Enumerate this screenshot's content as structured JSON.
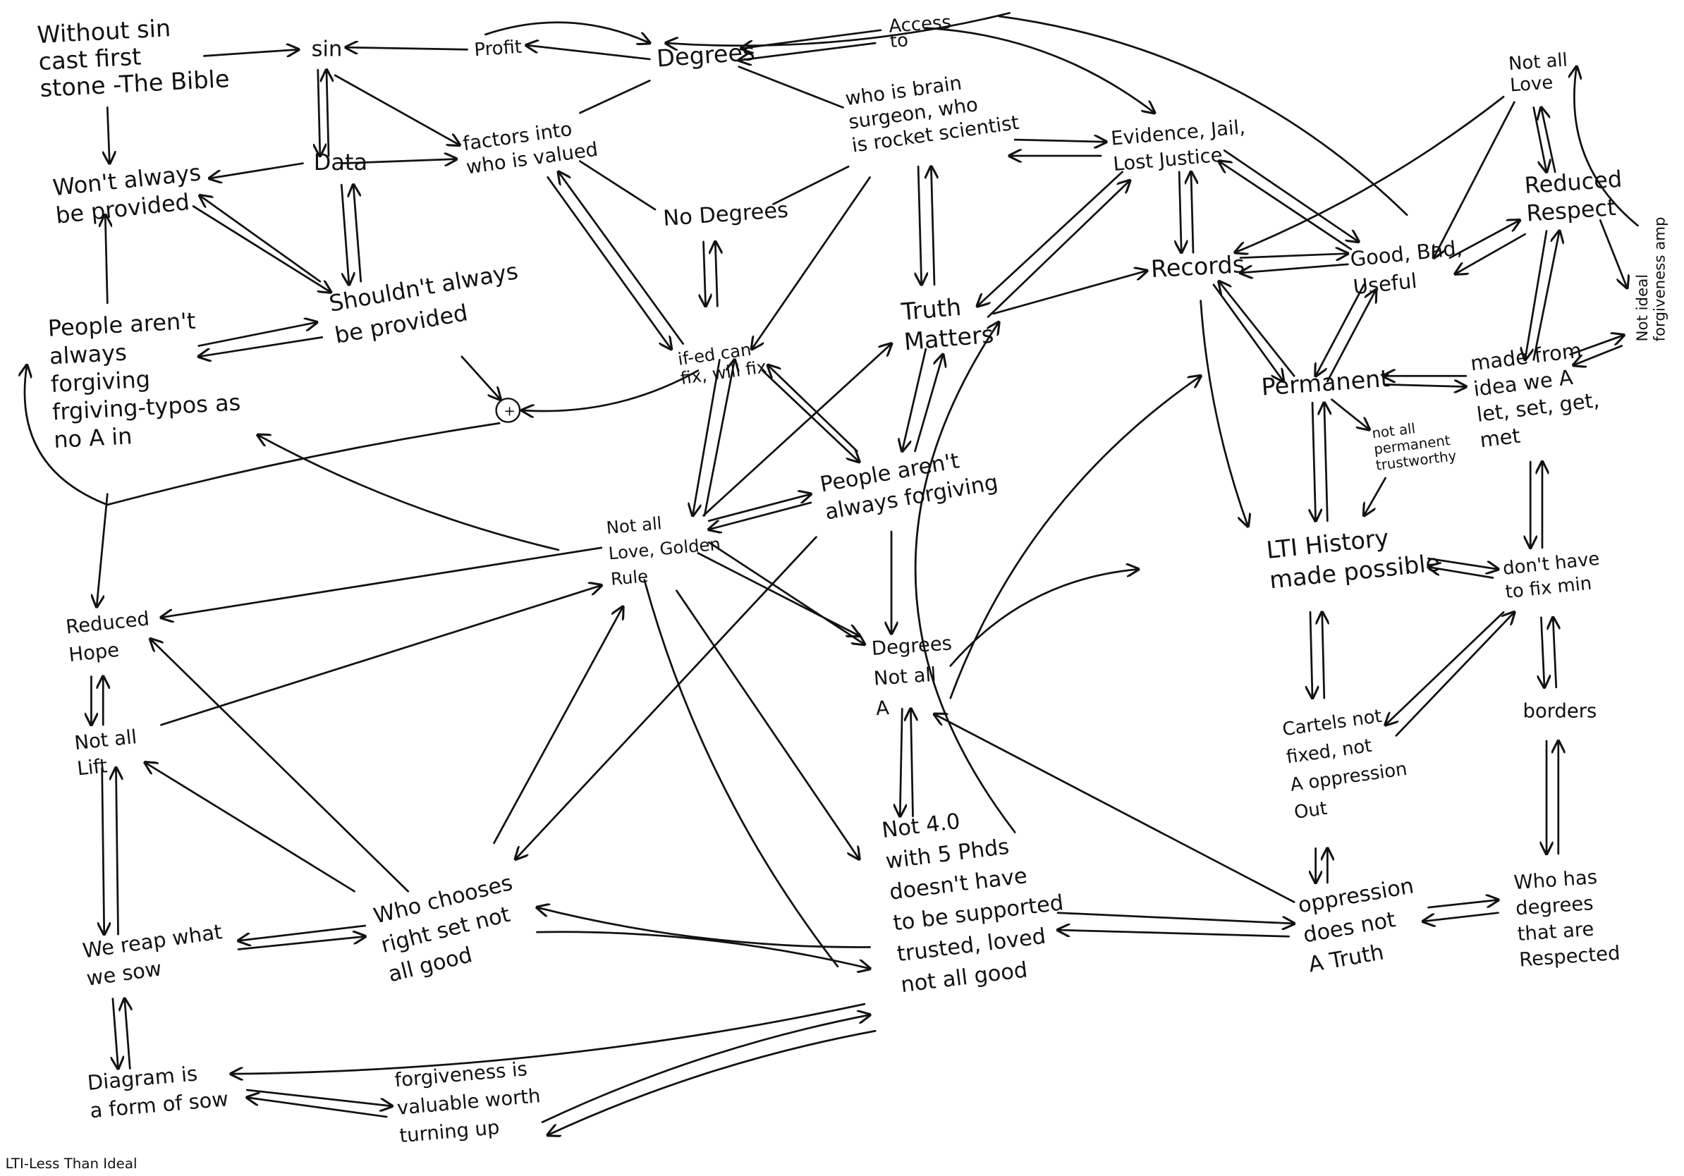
{
  "diagram": {
    "caption": "LTI-Less Than Ideal",
    "ink_color": "#111111",
    "background": "#ffffff",
    "nodes": [
      {
        "id": "without-sin",
        "lines": [
          "Without sin",
          "cast first",
          "stone -The Bible"
        ]
      },
      {
        "id": "sin",
        "lines": [
          "sin"
        ]
      },
      {
        "id": "profit",
        "lines": [
          "Profit"
        ]
      },
      {
        "id": "degrees",
        "lines": [
          "Degrees"
        ]
      },
      {
        "id": "access-to",
        "lines": [
          "Access",
          "to"
        ]
      },
      {
        "id": "data",
        "lines": [
          "Data"
        ]
      },
      {
        "id": "factors-into",
        "lines": [
          "factors into",
          "who is valued"
        ]
      },
      {
        "id": "brain-surgeon",
        "lines": [
          "who is  brain",
          "surgeon, who",
          "is rocket scientist"
        ]
      },
      {
        "id": "evidence-jail",
        "lines": [
          "Evidence, Jail,",
          "Lost Justice"
        ]
      },
      {
        "id": "not-all-love",
        "lines": [
          "Not all",
          "Love"
        ]
      },
      {
        "id": "wont-always",
        "lines": [
          "Won't always",
          "be provided"
        ]
      },
      {
        "id": "no-degrees",
        "lines": [
          "No Degrees"
        ]
      },
      {
        "id": "reduced-respect",
        "lines": [
          "Reduced",
          "Respect"
        ]
      },
      {
        "id": "records",
        "lines": [
          "Records"
        ]
      },
      {
        "id": "good-bad",
        "lines": [
          "Good, Bad,",
          "Useful"
        ]
      },
      {
        "id": "shouldnt-always",
        "lines": [
          "Shouldn't always",
          "be provided"
        ]
      },
      {
        "id": "people-arent-left",
        "lines": [
          "People aren't",
          "always",
          "forgiving",
          "frgiving-typos as",
          "no A in"
        ]
      },
      {
        "id": "if-ed",
        "lines": [
          "if-ed  can",
          "fix, will fix"
        ]
      },
      {
        "id": "truth-matters",
        "lines": [
          "Truth",
          "Matters"
        ]
      },
      {
        "id": "not-ideal",
        "lines": [
          "Not ideal",
          "forgiveness amp"
        ]
      },
      {
        "id": "permanent",
        "lines": [
          "Permanent"
        ]
      },
      {
        "id": "made-from",
        "lines": [
          "made from",
          "idea we A",
          "let, set, get,",
          "met"
        ]
      },
      {
        "id": "not-all-permanent",
        "lines": [
          "not all",
          "permanent",
          "trustworthy"
        ]
      },
      {
        "id": "plus",
        "lines": [
          "+"
        ]
      },
      {
        "id": "people-arent-center",
        "lines": [
          "People aren't",
          "always forgiving"
        ]
      },
      {
        "id": "golden-rule",
        "lines": [
          "Not all",
          "Love, Golden",
          "Rule"
        ]
      },
      {
        "id": "lti-history",
        "lines": [
          "LTI History",
          "made possible"
        ]
      },
      {
        "id": "dont-have",
        "lines": [
          "don't have",
          "to fix min"
        ]
      },
      {
        "id": "reduced-hope",
        "lines": [
          "Reduced",
          "Hope"
        ]
      },
      {
        "id": "degrees-not-all",
        "lines": [
          "Degrees",
          "Not all",
          "A"
        ]
      },
      {
        "id": "cartels",
        "lines": [
          "Cartels not",
          "fixed, not",
          "A oppression",
          "Out"
        ]
      },
      {
        "id": "borders",
        "lines": [
          "borders"
        ]
      },
      {
        "id": "not-all-lift",
        "lines": [
          "Not all",
          "Lift"
        ]
      },
      {
        "id": "not-4",
        "lines": [
          "Not 4.0",
          "with 5 Phds",
          "doesn't have",
          "to be supported",
          "trusted, loved",
          "not all good"
        ]
      },
      {
        "id": "who-chooses",
        "lines": [
          "Who chooses",
          "right set not",
          "all good"
        ]
      },
      {
        "id": "oppression",
        "lines": [
          "oppression",
          "does not",
          "A Truth"
        ]
      },
      {
        "id": "who-has-degrees",
        "lines": [
          "Who has",
          "degrees",
          "that are",
          "Respected"
        ]
      },
      {
        "id": "we-reap",
        "lines": [
          "We reap what",
          "we sow"
        ]
      },
      {
        "id": "diagram-sow",
        "lines": [
          "Diagram is",
          "a form of sow"
        ]
      },
      {
        "id": "forgiveness-valuable",
        "lines": [
          "forgiveness is",
          "valuable worth",
          "turning up"
        ]
      }
    ]
  }
}
